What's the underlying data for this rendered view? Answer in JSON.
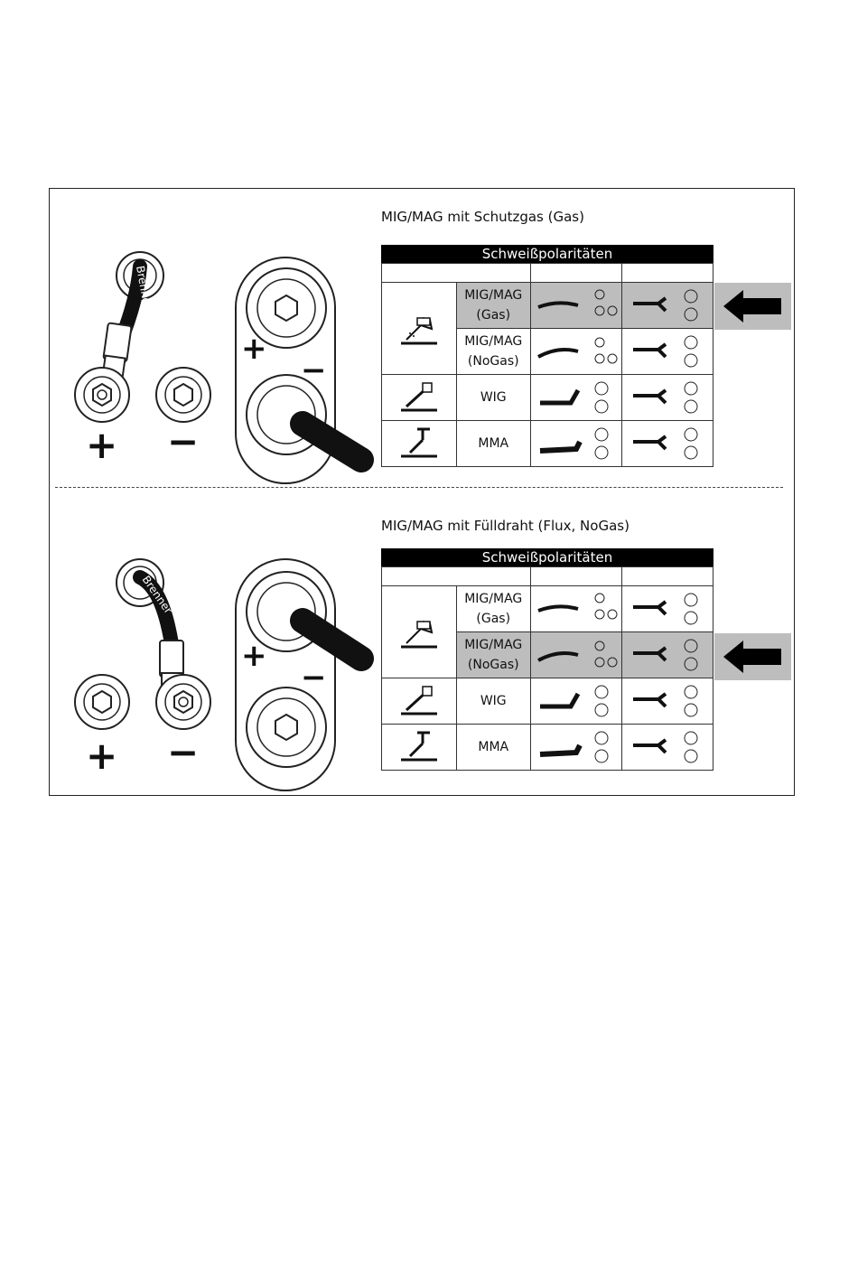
{
  "sections": [
    {
      "title": "MIG/MAG mit Schutzgas (Gas)",
      "cable_label": "Brenner",
      "plus": "+",
      "minus": "−",
      "table": {
        "header": "Schweißpolaritäten",
        "rows": [
          {
            "mode": "MIG/MAG (Gas)",
            "highlighted": true
          },
          {
            "mode": "MIG/MAG (NoGas)",
            "highlighted": false
          },
          {
            "mode": "WIG",
            "highlighted": false
          },
          {
            "mode": "MMA",
            "highlighted": false
          }
        ]
      }
    },
    {
      "title": "MIG/MAG mit Fülldraht (Flux, NoGas)",
      "cable_label": "Brenner",
      "plus": "+",
      "minus": "−",
      "table": {
        "header": "Schweißpolaritäten",
        "rows": [
          {
            "mode": "MIG/MAG (Gas)",
            "highlighted": false
          },
          {
            "mode": "MIG/MAG (NoGas)",
            "highlighted": true
          },
          {
            "mode": "WIG",
            "highlighted": false
          },
          {
            "mode": "MMA",
            "highlighted": false
          }
        ]
      }
    }
  ],
  "icons": [
    "mig-torch-icon",
    "tig-torch-icon",
    "mma-electrode-icon",
    "arrow-left-icon",
    "earth-clamp-icon",
    "terminal-nut-icon"
  ]
}
